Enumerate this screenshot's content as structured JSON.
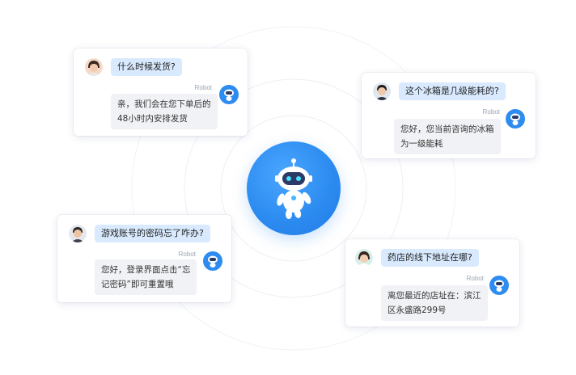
{
  "brand_color": "#2d8cf0",
  "question_bubble_color": "#d9eaff",
  "answer_bubble_color": "#f1f2f5",
  "center_icon": "robot-icon",
  "badge_icon": "robot-badge-icon",
  "chats": [
    {
      "question": "什么时候发货?",
      "robot_label": "Robot",
      "answer_lines": [
        "亲，我们会在您下单后的",
        "48小时内安排发货"
      ]
    },
    {
      "question": "这个冰箱是几级能耗的?",
      "robot_label": "Robot",
      "answer_lines": [
        "您好，您当前咨询的冰箱",
        "为一级能耗"
      ]
    },
    {
      "question": "游戏账号的密码忘了咋办?",
      "robot_label": "Robot",
      "answer_lines": [
        "您好，登录界面点击“忘",
        "记密码”即可重置哦"
      ]
    },
    {
      "question": "药店的线下地址在哪?",
      "robot_label": "Robot",
      "answer_lines": [
        "离您最近的店址在：滨江",
        "区永盛路299号"
      ]
    }
  ]
}
